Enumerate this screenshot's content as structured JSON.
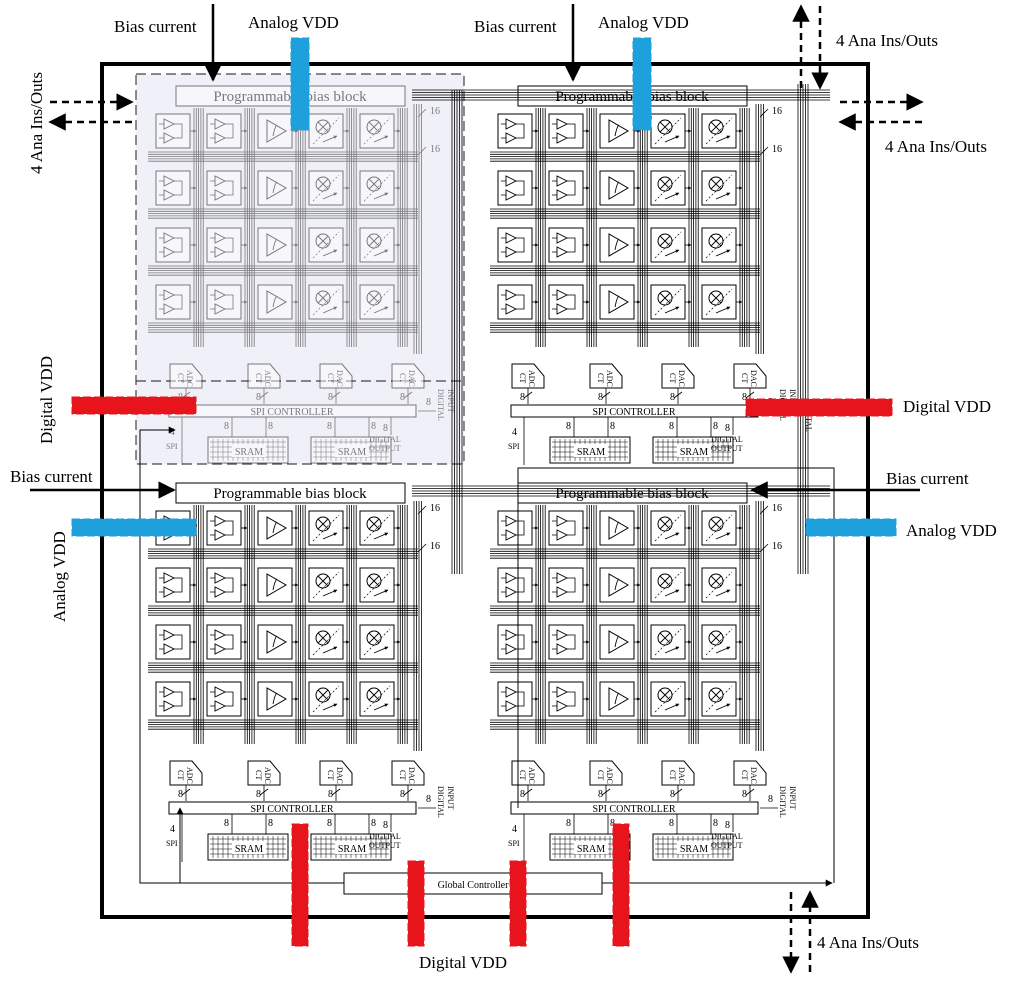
{
  "colors": {
    "analog_vdd": "#1ea0dc",
    "digital_vdd": "#e8141c",
    "highlight_quadrant": "#f0f0f8",
    "line": "#000000"
  },
  "labels": {
    "bias_current": "Bias current",
    "analog_vdd": "Analog VDD",
    "digital_vdd": "Digital VDD",
    "ana_ios": "4 Ana Ins/Outs"
  },
  "blocks": {
    "prog_bias": "Programmable bias block",
    "spi_controller": "SPI CONTROLLER",
    "sram": "SRAM",
    "global_controller": "Global Controller",
    "digital_output": [
      "DIGITAL",
      "OUTPUT"
    ],
    "digital_input": [
      "DIGITAL",
      "INPUT"
    ],
    "spi": "SPI",
    "adc": [
      "CT",
      "ADC"
    ],
    "dac": [
      "CT",
      "DAC"
    ]
  },
  "bus_widths": {
    "wide": "16",
    "byte": "8",
    "spi": "4"
  }
}
